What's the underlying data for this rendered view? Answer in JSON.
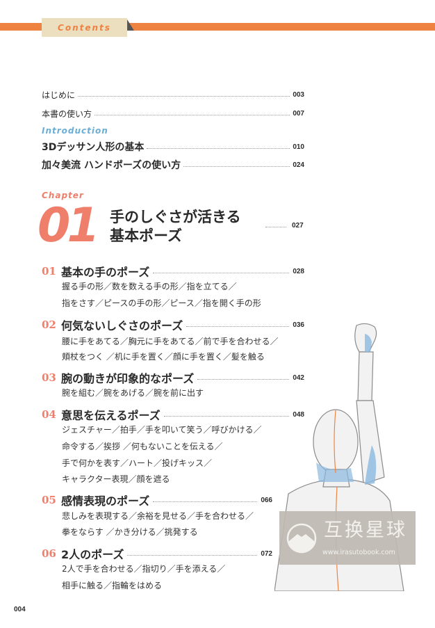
{
  "header": {
    "tab_label": "Contents",
    "accent": "#ee8341"
  },
  "front": [
    {
      "title": "はじめに",
      "page": "003"
    },
    {
      "title": "本書の使い方",
      "page": "007"
    }
  ],
  "introduction": {
    "label": "Introduction",
    "items": [
      {
        "title": "3Dデッサン人形の基本",
        "page": "010"
      },
      {
        "title": "加々美流 ハンドポーズの使い方",
        "page": "024"
      }
    ]
  },
  "chapter": {
    "label": "Chapter",
    "number": "01",
    "title_line1": "手のしぐさが活きる",
    "title_line2": "基本ポーズ",
    "page": "027"
  },
  "sections": [
    {
      "num": "01",
      "title": "基本の手のポーズ",
      "page": "028",
      "subs": [
        "握る手の形／数を数える手の形／指を立てる／",
        "指をさす／ピースの手の形／ピース／指を開く手の形"
      ]
    },
    {
      "num": "02",
      "title": "何気ないしぐさのポーズ",
      "page": "036",
      "subs": [
        "腰に手をあてる／胸元に手をあてる／前で手を合わせる／",
        "頬杖をつく ／机に手を置く／顔に手を置く／髪を触る"
      ]
    },
    {
      "num": "03",
      "title": "腕の動きが印象的なポーズ",
      "page": "042",
      "subs": [
        "腕を組む／腕をあげる／腕を前に出す"
      ]
    },
    {
      "num": "04",
      "title": "意思を伝えるポーズ",
      "page": "048",
      "subs": [
        "ジェスチャー／拍手／手を叩いて笑う／呼びかける／",
        "命令する／挨拶 ／何もないことを伝える／",
        "手で何かを表す／ハート／投げキッス／",
        "キャラクター表現／顔を遮る"
      ]
    },
    {
      "num": "05",
      "title": "感情表現のポーズ",
      "page": "066",
      "subs": [
        "悲しみを表現する／余裕を見せる／手を合わせる／",
        "拳をならす ／かき分ける／挑発する"
      ]
    },
    {
      "num": "06",
      "title": "2人のポーズ",
      "page": "072",
      "subs": [
        "2人で手を合わせる／指切り／手を添える／",
        "相手に触る／指輪をはめる"
      ]
    }
  ],
  "folio": "004",
  "watermark": {
    "name": "互换星球",
    "url": "www.irasutobook.com"
  }
}
